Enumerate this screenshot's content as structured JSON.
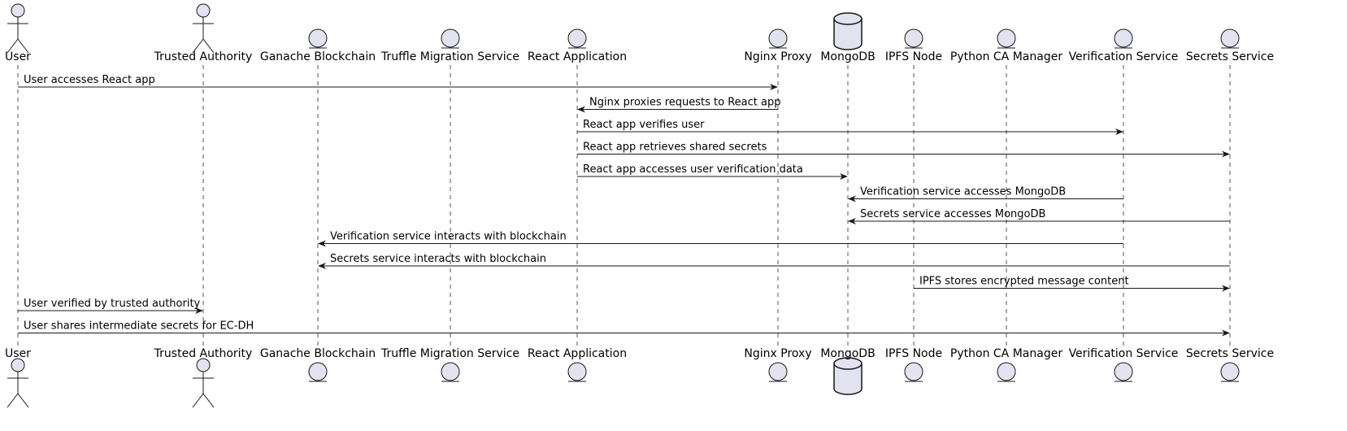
{
  "participants": [
    {
      "id": "user",
      "label": "User",
      "kind": "actor"
    },
    {
      "id": "ta",
      "label": "Trusted Authority",
      "kind": "actor"
    },
    {
      "id": "ganache",
      "label": "Ganache Blockchain",
      "kind": "entity"
    },
    {
      "id": "truffle",
      "label": "Truffle Migration Service",
      "kind": "entity"
    },
    {
      "id": "react",
      "label": "React Application",
      "kind": "entity"
    },
    {
      "id": "nginx",
      "label": "Nginx Proxy",
      "kind": "entity"
    },
    {
      "id": "mongo",
      "label": "MongoDB",
      "kind": "database"
    },
    {
      "id": "ipfs",
      "label": "IPFS Node",
      "kind": "entity"
    },
    {
      "id": "pyca",
      "label": "Python CA Manager",
      "kind": "entity"
    },
    {
      "id": "verif",
      "label": "Verification Service",
      "kind": "entity"
    },
    {
      "id": "secrets",
      "label": "Secrets Service",
      "kind": "entity"
    }
  ],
  "messages": [
    {
      "from": "user",
      "to": "nginx",
      "label": "User accesses React app"
    },
    {
      "from": "nginx",
      "to": "react",
      "label": "Nginx proxies requests to React app"
    },
    {
      "from": "react",
      "to": "verif",
      "label": "React app verifies user"
    },
    {
      "from": "react",
      "to": "secrets",
      "label": "React app retrieves shared secrets"
    },
    {
      "from": "react",
      "to": "mongo",
      "label": "React app accesses user verification data"
    },
    {
      "from": "verif",
      "to": "mongo",
      "label": "Verification service accesses MongoDB"
    },
    {
      "from": "secrets",
      "to": "mongo",
      "label": "Secrets service accesses MongoDB"
    },
    {
      "from": "verif",
      "to": "ganache",
      "label": "Verification service interacts with blockchain"
    },
    {
      "from": "secrets",
      "to": "ganache",
      "label": "Secrets service interacts with blockchain"
    },
    {
      "from": "ipfs",
      "to": "secrets",
      "label": "IPFS stores encrypted message content"
    },
    {
      "from": "user",
      "to": "ta",
      "label": "User verified by trusted authority"
    },
    {
      "from": "user",
      "to": "secrets",
      "label": "User shares intermediate secrets for EC-DH"
    }
  ],
  "colors": {
    "participant_fill": "#E2E2F0",
    "stroke": "#181818",
    "lifeline": "#555555"
  }
}
